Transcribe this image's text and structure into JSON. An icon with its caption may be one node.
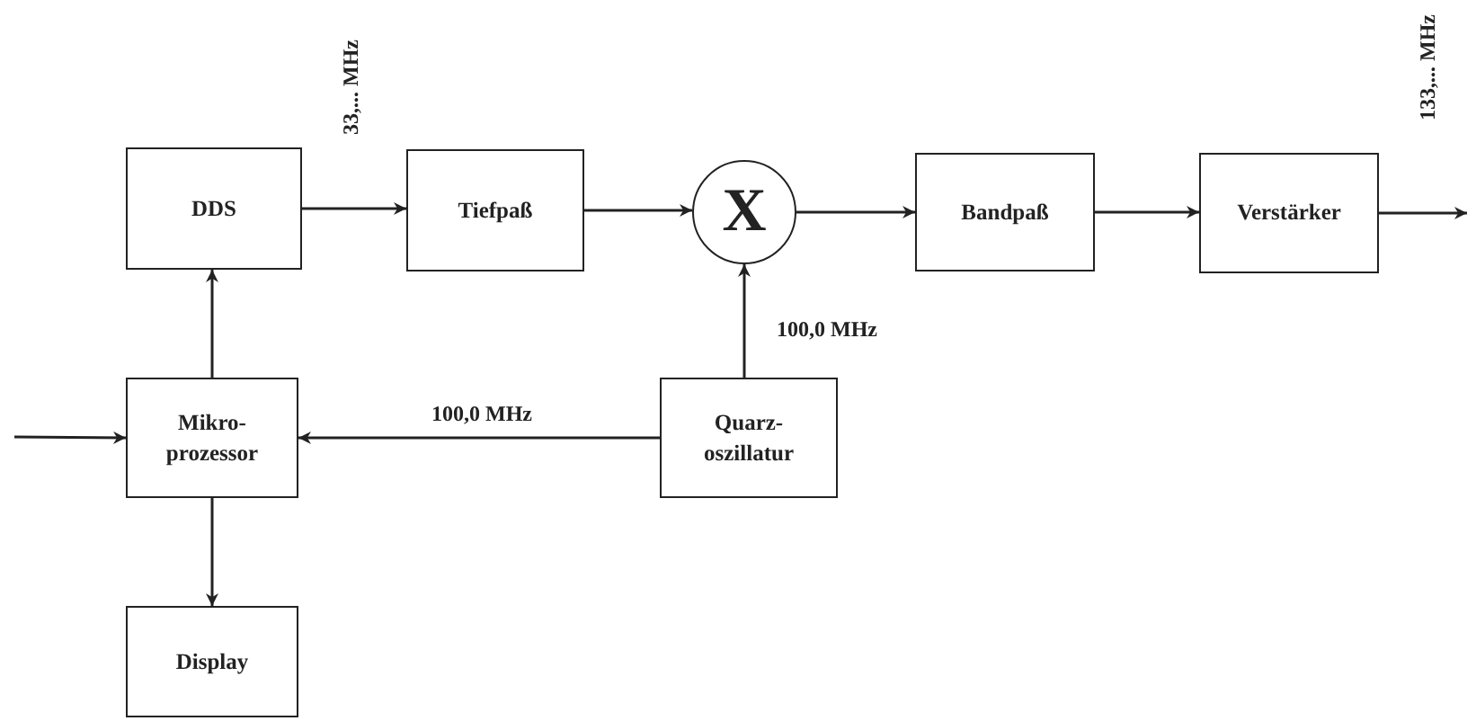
{
  "diagram": {
    "nodes": [
      {
        "text": [
          "DDS"
        ]
      },
      {
        "text": [
          "Tiefpaß"
        ]
      },
      {
        "text": [
          "X"
        ]
      },
      {
        "text": [
          "Bandpaß"
        ]
      },
      {
        "text": [
          "Verstärker"
        ]
      },
      {
        "text": [
          "Mikro- prozessor"
        ]
      },
      {
        "text": [
          "Quarz- oszillatur"
        ]
      },
      {
        "text": [
          "Display"
        ]
      }
    ],
    "edges": [
      {
        "from": 0,
        "to": 1,
        "arrow": "to",
        "label": "33,... MHz"
      },
      {
        "from": 1,
        "to": 2,
        "arrow": "to"
      },
      {
        "from": 2,
        "to": 3,
        "arrow": "to"
      },
      {
        "from": 3,
        "to": 4,
        "arrow": "to"
      },
      {
        "from": 4,
        "to": null,
        "arrow": "to",
        "label": "133,... MHz"
      },
      {
        "from": 5,
        "to": 0,
        "arrow": "to"
      },
      {
        "from": 6,
        "to": 2,
        "arrow": "to",
        "label": "100,0 MHz"
      },
      {
        "from": 6,
        "to": 5,
        "arrow": "to",
        "label": "100,0 MHz"
      },
      {
        "from": null,
        "to": 5,
        "arrow": "to"
      },
      {
        "from": 5,
        "to": 7,
        "arrow": "to"
      }
    ]
  }
}
